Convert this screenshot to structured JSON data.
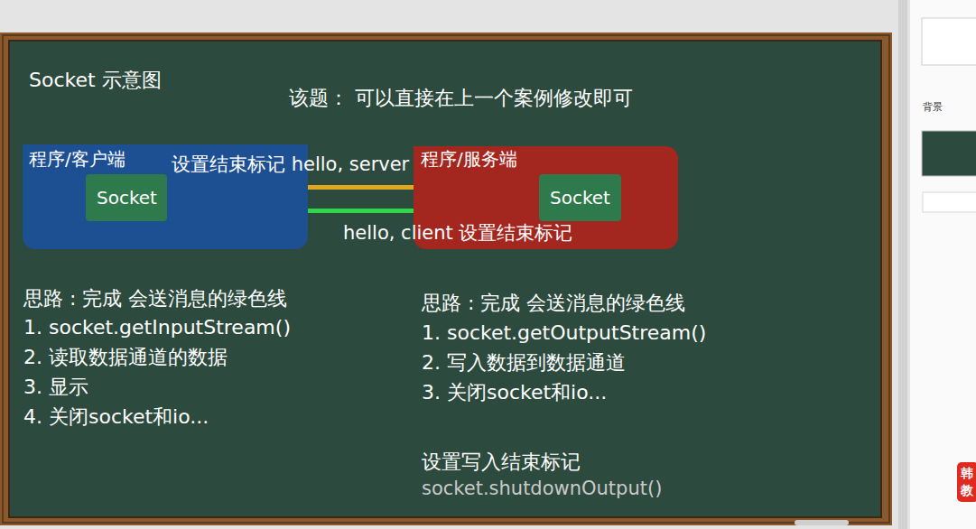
{
  "diagram": {
    "title": "Socket 示意图",
    "nodes": [
      {
        "text": [
          "程序/客户端"
        ]
      },
      {
        "text": [
          "Socket"
        ],
        "in": 0
      },
      {
        "text": [
          "程序/服务端"
        ]
      },
      {
        "text": [
          "Socket"
        ],
        "in": 2
      }
    ],
    "edges": [
      {
        "from": 1,
        "to": 3,
        "arrow": "to",
        "label": "设置结束标记 hello, server"
      },
      {
        "from": 3,
        "to": 1,
        "arrow": "to",
        "label": "hello, client 设置结束标记"
      }
    ],
    "labels": [
      "该题： 可以直接在上一个案例修改即可",
      "思路 : 完成 会送消息的绿色线",
      "1. socket.getInputStream()",
      "2. 读取数据通道的数据",
      "3. 显示",
      "4. 关闭socket和io...",
      "思路 : 完成 会送消息的绿色线",
      "1. socket.getOutputStream()",
      "2. 写入数据到数据通道",
      "3. 关闭socket和io...",
      "设置写入结束标记",
      "socket.shutdownOutput()",
      "背景",
      "韩",
      "教"
    ]
  }
}
